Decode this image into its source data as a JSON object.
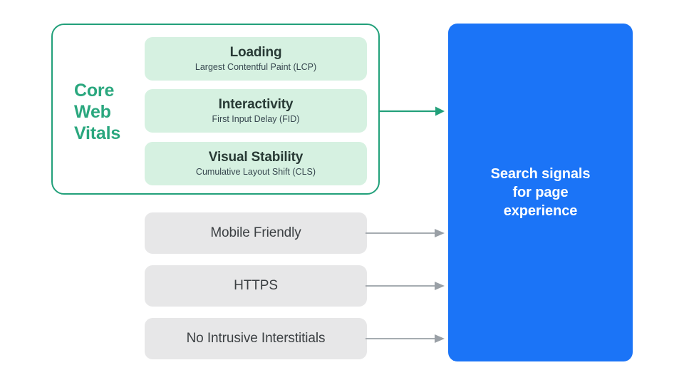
{
  "colors": {
    "background": "#ffffff",
    "core_web_vitals_border": "#22a07a",
    "core_web_vitals_label": "#2aa77e",
    "metric_card_fill": "#d6f1e1",
    "metric_title_text": "#283a35",
    "metric_sub_text": "#37474f",
    "gray_card_fill": "#e7e7e8",
    "gray_card_text": "#3c4043",
    "blue_box_fill": "#1b74f7",
    "blue_box_text": "#ffffff",
    "green_arrow": "#22a07a",
    "gray_arrow": "#9aa0a6"
  },
  "core_web_vitals": {
    "group_label": "Core\nWeb\nVitals",
    "metrics": [
      {
        "title": "Loading",
        "subtitle": "Largest Contentful Paint (LCP)",
        "abbr": "LCP"
      },
      {
        "title": "Interactivity",
        "subtitle": "First Input Delay (FID)",
        "abbr": "FID"
      },
      {
        "title": "Visual Stability",
        "subtitle": "Cumulative Layout Shift (CLS)",
        "abbr": "CLS"
      }
    ]
  },
  "other_signals": [
    {
      "label": "Mobile Friendly"
    },
    {
      "label": "HTTPS"
    },
    {
      "label": "No Intrusive Interstitials"
    }
  ],
  "destination": {
    "label": "Search signals\nfor page\nexperience"
  },
  "arrows": [
    {
      "name": "core-web-vitals-arrow",
      "color": "#22a07a",
      "direction": "right"
    },
    {
      "name": "mobile-friendly-arrow",
      "color": "#9aa0a6",
      "direction": "right"
    },
    {
      "name": "https-arrow",
      "color": "#9aa0a6",
      "direction": "right"
    },
    {
      "name": "no-intrusive-interstitials-arrow",
      "color": "#9aa0a6",
      "direction": "right"
    }
  ]
}
